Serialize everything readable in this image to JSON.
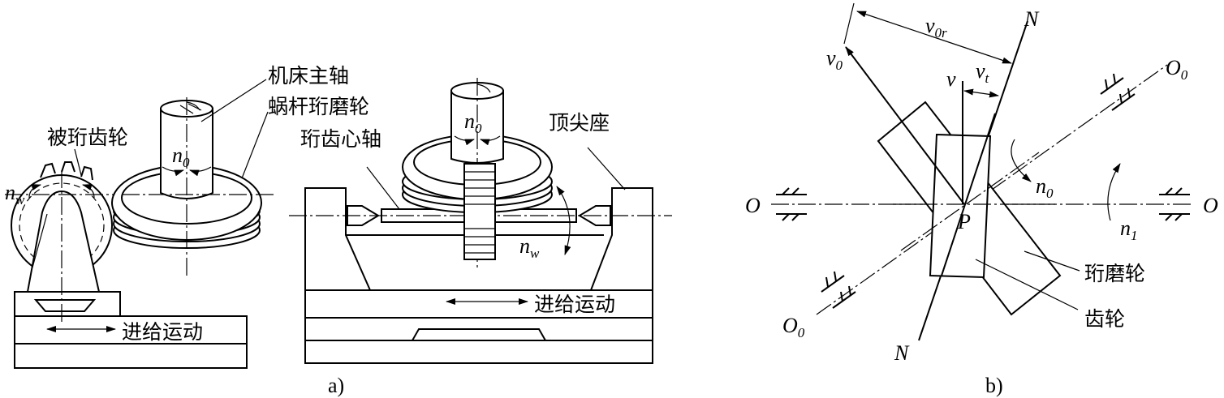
{
  "panel_a": {
    "caption": "a)",
    "labels": {
      "spindle": "机床主轴",
      "worm_wheel": "蜗杆珩磨轮",
      "gear": "被珩齿轮",
      "mandrel": "珩齿心轴",
      "tailstock": "顶尖座",
      "feed_left": "进给运动",
      "feed_right": "进给运动"
    },
    "symbols": {
      "n0_left": {
        "main": "n",
        "sub": "0"
      },
      "nw_left": {
        "main": "n",
        "sub": "w"
      },
      "n0_right": {
        "main": "n",
        "sub": "0"
      },
      "nw_right": {
        "main": "n",
        "sub": "w"
      }
    }
  },
  "panel_b": {
    "caption": "b)",
    "labels": {
      "wheel": "珩磨轮",
      "gear": "齿轮"
    },
    "symbols": {
      "N_top": "N",
      "N_bottom": "N",
      "O_left": "O",
      "O_right": "O",
      "O0_top": {
        "main": "O",
        "sub": "0"
      },
      "O0_bottom": {
        "main": "O",
        "sub": "0"
      },
      "P": "P",
      "v": "v",
      "v0": {
        "main": "v",
        "sub": "0"
      },
      "v0r": {
        "main": "v",
        "sub": "0r"
      },
      "vt": {
        "main": "v",
        "sub": "t"
      },
      "n0": {
        "main": "n",
        "sub": "0"
      },
      "n1": {
        "main": "n",
        "sub": "1"
      }
    }
  }
}
